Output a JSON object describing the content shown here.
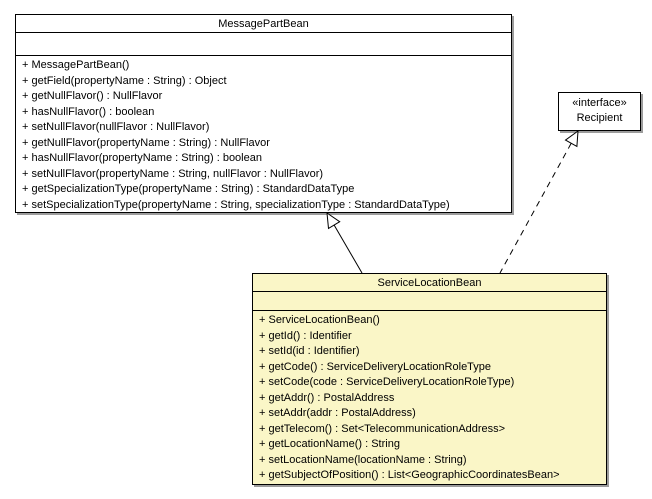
{
  "diagram": {
    "type": "uml-class-diagram",
    "colors": {
      "class_fill": "#ffffff",
      "highlight_fill": "#faf6c7",
      "border": "#000000",
      "shadow": "#9c9c9c",
      "text": "#000000"
    },
    "classes": [
      {
        "name": "MessagePartBean",
        "stereotype": "",
        "attributes": [],
        "methods": [
          "+ MessagePartBean()",
          "+ getField(propertyName : String) : Object",
          "+ getNullFlavor() : NullFlavor",
          "+ hasNullFlavor() : boolean",
          "+ setNullFlavor(nullFlavor : NullFlavor)",
          "+ getNullFlavor(propertyName : String) : NullFlavor",
          "+ hasNullFlavor(propertyName : String) : boolean",
          "+ setNullFlavor(propertyName : String, nullFlavor : NullFlavor)",
          "+ getSpecializationType(propertyName : String) : StandardDataType",
          "+ setSpecializationType(propertyName : String, specializationType : StandardDataType)"
        ]
      },
      {
        "name": "Recipient",
        "stereotype": "«interface»",
        "attributes": [],
        "methods": []
      },
      {
        "name": "ServiceLocationBean",
        "stereotype": "",
        "attributes": [],
        "methods": [
          "+ ServiceLocationBean()",
          "+ getId() : Identifier",
          "+ setId(id : Identifier)",
          "+ getCode() : ServiceDeliveryLocationRoleType",
          "+ setCode(code : ServiceDeliveryLocationRoleType)",
          "+ getAddr() : PostalAddress",
          "+ setAddr(addr : PostalAddress)",
          "+ getTelecom() : Set<TelecommunicationAddress>",
          "+ getLocationName() : String",
          "+ setLocationName(locationName : String)",
          "+ getSubjectOfPosition() : List<GeographicCoordinatesBean>"
        ]
      }
    ],
    "relations": [
      {
        "type": "generalization",
        "from": "ServiceLocationBean",
        "to": "MessagePartBean",
        "line_style": "solid",
        "arrowhead": "hollow-triangle"
      },
      {
        "type": "realization",
        "from": "ServiceLocationBean",
        "to": "Recipient",
        "line_style": "dashed",
        "arrowhead": "hollow-triangle"
      }
    ]
  }
}
